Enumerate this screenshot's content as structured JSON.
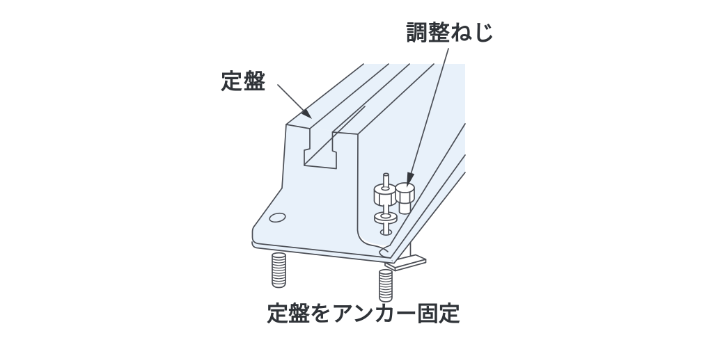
{
  "figure": {
    "type": "technical-illustration",
    "subject": "surface-plate-anchor-mounting",
    "labels": {
      "plate": "定盤",
      "adjust_screw": "調整ねじ"
    },
    "caption": "定盤をアンカー固定",
    "colors": {
      "background": "#ffffff",
      "body_fill": "#e8f1fa",
      "outline": "#4b4e55",
      "part_fill": "#ffffff",
      "text": "#2f3338",
      "arrow": "#35383d"
    }
  }
}
